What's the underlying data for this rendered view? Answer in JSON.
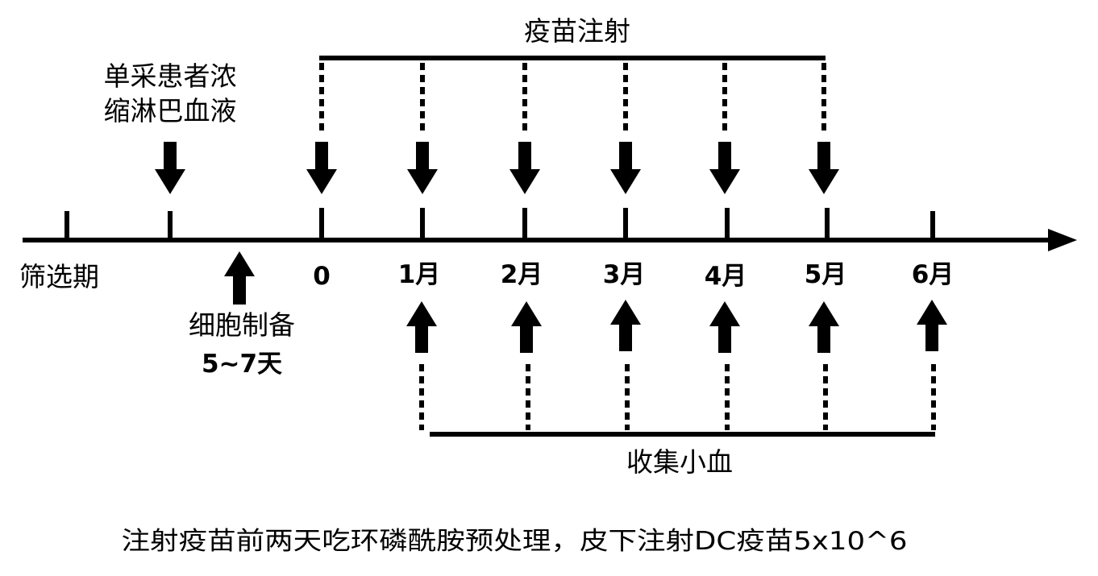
{
  "diagram": {
    "timeline_labels": {
      "screening": "筛选期",
      "m0": "0",
      "m1": "1月",
      "m2": "2月",
      "m3": "3月",
      "m4": "4月",
      "m5": "5月",
      "m6": "6月"
    },
    "apheresis_label": {
      "line1": "单采患者浓",
      "line2": "缩淋巴血液"
    },
    "cell_prep_label": {
      "line1": "细胞制备",
      "line2": "5~7天"
    },
    "vaccine_injection_label": "疫苗注射",
    "blood_collection_label": "收集小血",
    "footnote": "注射疫苗前两天吃环磷酰胺预处理，皮下注射DC疫苗5x10^6"
  }
}
